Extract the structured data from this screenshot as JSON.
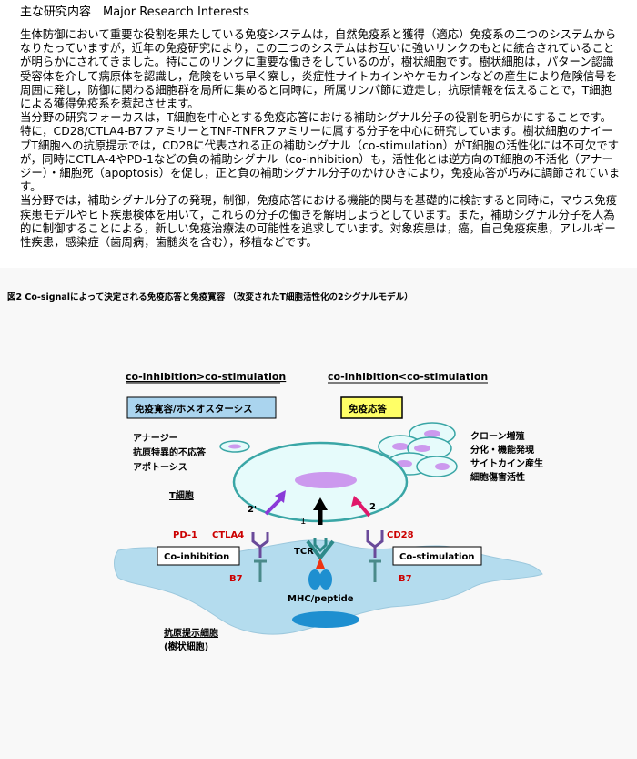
{
  "header": {
    "title": "主な研究内容　Major Research Interests"
  },
  "paragraphs": [
    "生体防御において重要な役割を果たしている免疫システムは，自然免疫系と獲得（適応）免疫系の二つのシステムからなりたっていますが，近年の免疫研究により，この二つのシステムはお互いに強いリンクのもとに統合されていることが明らかにされてきました。特にこのリンクに重要な働きをしているのが，樹状細胞です。樹状細胞は，パターン認識受容体を介して病原体を認識し，危険をいち早く察し，炎症性サイトカインやケモカインなどの産生により危険信号を周囲に発し，防御に関わる細胞群を局所に集めると同時に，所属リンパ節に遊走し，抗原情報を伝えることで，T細胞による獲得免疫系を惹起させます。",
    "当分野の研究フォーカスは，T細胞を中心とする免疫応答における補助シグナル分子の役割を明らかにすることです。特に，CD28/CTLA4-B7ファミリーとTNF-TNFRファミリーに属する分子を中心に研究しています。樹状細胞のナイーブT細胞への抗原提示では，CD28に代表される正の補助シグナル（co-stimulation）がT細胞の活性化には不可欠ですが，同時にCTLA-4やPD-1などの負の補助シグナル（co-inhibition）も，活性化とは逆方向のT細胞の不活化（アナージー）・細胞死（apoptosis）を促し，正と負の補助シグナル分子のかけひきにより，免疫応答が巧みに調節されています。",
    "当分野では，補助シグナル分子の発現，制御，免疫応答における機能的関与を基礎的に検討すると同時に，マウス免疫疾患モデルやヒト疾患検体を用いて，これらの分子の働きを解明しようとしています。また，補助シグナル分子を人為的に制御することによる，新しい免疫治療法の可能性を追求しています。対象疾患は，癌，自己免疫疾患，アレルギー性疾患，感染症（歯周病，歯髄炎を含む），移植などです。"
  ],
  "figure": {
    "caption": "図2 Co-signalによって決定される免疫応答と免疫寛容 （改変されたT細胞活性化の2シグナルモデル）",
    "left_heading": "co-inhibition>co-stimulation",
    "right_heading": "co-inhibition<co-stimulation",
    "left_box": "免疫寛容/ホメオスターシス",
    "right_box": "免疫応答",
    "left_outcomes": [
      "アナージー",
      "抗原特異的不応答",
      "アポトーシス"
    ],
    "right_outcomes": [
      "クローン増殖",
      "分化・機能発現",
      "サイトカイン産生",
      "細胞傷害活性"
    ],
    "tcell_label": "T細胞",
    "signal_1": "1",
    "signal_2_left": "2'",
    "signal_2_right": "2",
    "pd1": "PD-1",
    "ctla4": "CTLA4",
    "cd28": "CD28",
    "tcr": "TCR",
    "co_inhibition": "Co-inhibition",
    "co_stimulation": "Co-stimulation",
    "b7_left": "B7",
    "b7_right": "B7",
    "mhc": "MHC/peptide",
    "apc_label_1": "抗原提示細胞",
    "apc_label_2": "(樹状細胞)"
  },
  "colors": {
    "tcell_fill": "#e6fbfb",
    "tcell_stroke": "#3aa6a6",
    "nucleus": "#cc99ee",
    "apc_fill": "#b4dcee",
    "apc_nucleus": "#1e8fd0",
    "left_box_fill": "#aad4ee",
    "right_box_fill": "#ffff66",
    "red_label": "#cc0000",
    "receptor_purple": "#6a4a9a",
    "receptor_teal": "#2e8a8a"
  }
}
